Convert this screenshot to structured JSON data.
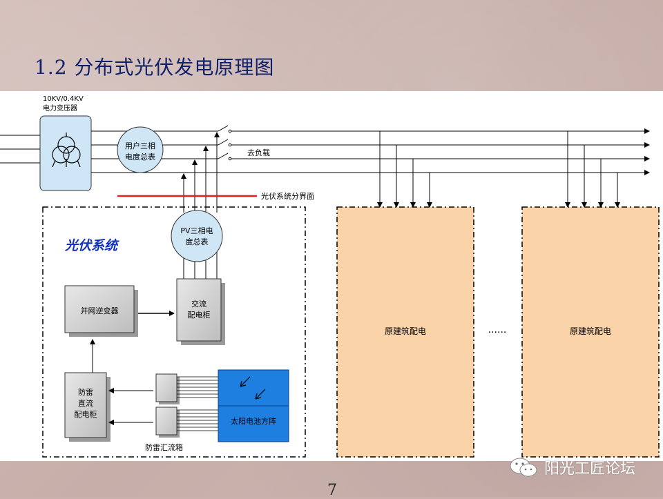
{
  "slide": {
    "title": "1.2 分布式光伏发电原理图",
    "page_number": "7",
    "watermark": "阳光工匠论坛"
  },
  "diagram": {
    "transformer_label_line1": "10KV/0.4KV",
    "transformer_label_line2": "电力变压器",
    "user_meter_line1": "用户三相",
    "user_meter_line2": "电度总表",
    "to_load": "去负载",
    "pv_boundary": "光伏系统分界面",
    "pv_system": "光伏系统",
    "pv_meter_line1": "PV三相电",
    "pv_meter_line2": "度总表",
    "ac_cabinet_line1": "交流",
    "ac_cabinet_line2": "配电柜",
    "inverter": "并网逆变器",
    "dc_cabinet_line1": "防雷",
    "dc_cabinet_line2": "直流",
    "dc_cabinet_line3": "配电柜",
    "combiner_box": "防雷汇流箱",
    "solar_array": "太阳电池方阵",
    "building_1": "原建筑配电",
    "building_2": "原建筑配电",
    "ellipsis": "......",
    "colors": {
      "transformer_fill": "#cfe6f7",
      "meter_fill": "#cfe6f7",
      "solar_fill": "#1f7fe0",
      "building_fill": "#fad3a8",
      "boundary_line": "#e02020",
      "pv_title": "#1030c0"
    }
  }
}
